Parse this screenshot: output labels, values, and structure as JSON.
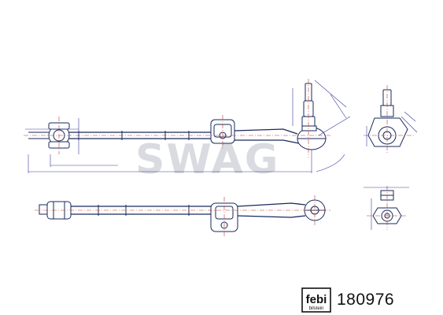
{
  "watermark": "SWAG",
  "brand": {
    "logo_main": "febi",
    "logo_sub": "bilstein"
  },
  "part_number": "180976",
  "colors": {
    "line": "#1a2a5a",
    "dimension": "#3a3aa0",
    "centerline": "#c0392b",
    "watermark": "#d9dbe0"
  }
}
